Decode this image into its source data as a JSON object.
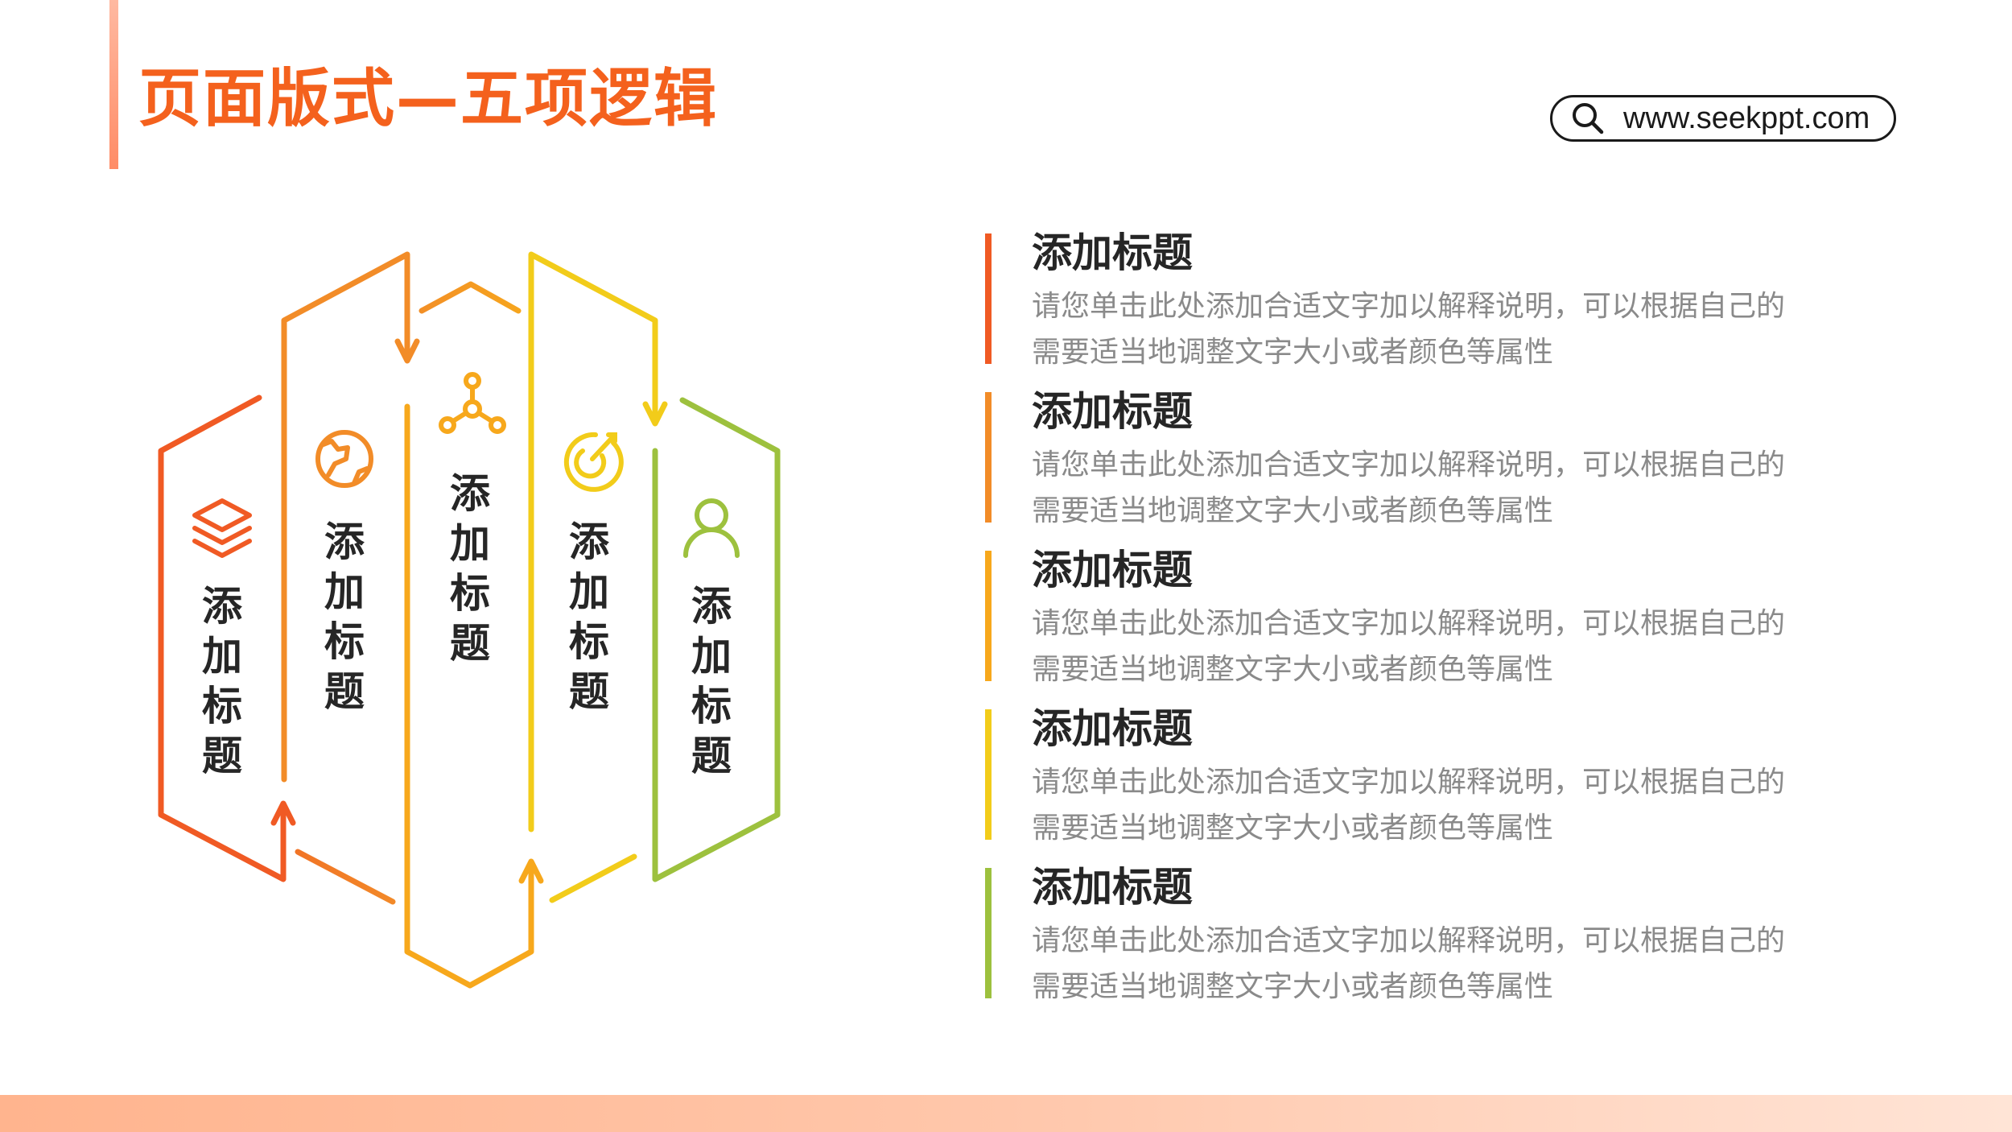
{
  "header": {
    "title": "页面版式—五项逻辑",
    "website": "www.seekppt.com"
  },
  "diagram": {
    "columns": [
      {
        "label": "添加标题",
        "icon": "layers-icon",
        "color": "#f05a24"
      },
      {
        "label": "添加标题",
        "icon": "globe-icon",
        "color": "#f28c28"
      },
      {
        "label": "添加标题",
        "icon": "network-icon",
        "color": "#f7a81c"
      },
      {
        "label": "添加标题",
        "icon": "target-icon",
        "color": "#f2cc1a"
      },
      {
        "label": "添加标题",
        "icon": "user-icon",
        "color": "#9dc13e"
      }
    ]
  },
  "items": [
    {
      "title": "添加标题",
      "desc": "请您单击此处添加合适文字加以解释说明，可以根据自己的需要适当地调整文字大小或者颜色等属性",
      "color": "#f05a24"
    },
    {
      "title": "添加标题",
      "desc": "请您单击此处添加合适文字加以解释说明，可以根据自己的需要适当地调整文字大小或者颜色等属性",
      "color": "#f28c28"
    },
    {
      "title": "添加标题",
      "desc": "请您单击此处添加合适文字加以解释说明，可以根据自己的需要适当地调整文字大小或者颜色等属性",
      "color": "#f7a81c"
    },
    {
      "title": "添加标题",
      "desc": "请您单击此处添加合适文字加以解释说明，可以根据自己的需要适当地调整文字大小或者颜色等属性",
      "color": "#f2cc1a"
    },
    {
      "title": "添加标题",
      "desc": "请您单击此处添加合适文字加以解释说明，可以根据自己的需要适当地调整文字大小或者颜色等属性",
      "color": "#9dc13e"
    }
  ]
}
